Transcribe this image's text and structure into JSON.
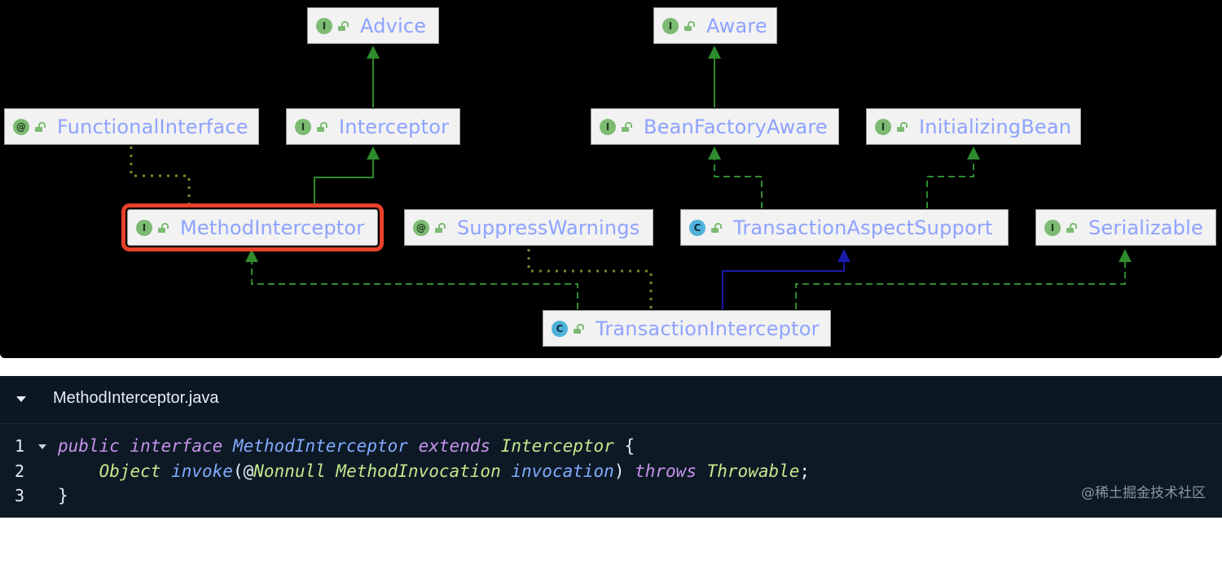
{
  "diagram": {
    "nodes": [
      {
        "id": "advice",
        "label": "Advice",
        "kind": "interface",
        "badge": "I"
      },
      {
        "id": "aware",
        "label": "Aware",
        "kind": "interface",
        "badge": "I"
      },
      {
        "id": "functional-interface",
        "label": "FunctionalInterface",
        "kind": "annotation",
        "badge": "@"
      },
      {
        "id": "interceptor",
        "label": "Interceptor",
        "kind": "interface",
        "badge": "I"
      },
      {
        "id": "bean-factory-aware",
        "label": "BeanFactoryAware",
        "kind": "interface",
        "badge": "I"
      },
      {
        "id": "initializing-bean",
        "label": "InitializingBean",
        "kind": "interface",
        "badge": "I"
      },
      {
        "id": "method-interceptor",
        "label": "MethodInterceptor",
        "kind": "interface",
        "badge": "I",
        "selected": true
      },
      {
        "id": "suppress-warnings",
        "label": "SuppressWarnings",
        "kind": "annotation",
        "badge": "@"
      },
      {
        "id": "transaction-aspect-support",
        "label": "TransactionAspectSupport",
        "kind": "abstract-class",
        "badge": "C"
      },
      {
        "id": "serializable",
        "label": "Serializable",
        "kind": "interface",
        "badge": "I"
      },
      {
        "id": "transaction-interceptor",
        "label": "TransactionInterceptor",
        "kind": "class",
        "badge": "C"
      }
    ],
    "colors": {
      "background": "#000000",
      "node_fill": "#f2f2f2",
      "node_label": "#8ea2ff",
      "edge_extends_interface": "#2e8b2e",
      "edge_extends_class": "#1a1aa8",
      "edge_annotation": "#6f8b2a",
      "selection": "#e8402a"
    }
  },
  "code": {
    "file_name": "MethodInterceptor.java",
    "lines": [
      {
        "number": "1",
        "tokens": [
          {
            "t": "public",
            "c": "kw"
          },
          {
            "t": " ",
            "c": "pn"
          },
          {
            "t": "interface",
            "c": "kw"
          },
          {
            "t": " ",
            "c": "pn"
          },
          {
            "t": "MethodInterceptor",
            "c": "tn"
          },
          {
            "t": " ",
            "c": "pn"
          },
          {
            "t": "extends",
            "c": "kw"
          },
          {
            "t": " ",
            "c": "pn"
          },
          {
            "t": "Interceptor",
            "c": "tg"
          },
          {
            "t": " {",
            "c": "pn"
          }
        ]
      },
      {
        "number": "2",
        "tokens": [
          {
            "t": "    ",
            "c": "pn"
          },
          {
            "t": "Object",
            "c": "tg"
          },
          {
            "t": " ",
            "c": "pn"
          },
          {
            "t": "invoke",
            "c": "tn"
          },
          {
            "t": "(@",
            "c": "pn"
          },
          {
            "t": "Nonnull",
            "c": "an"
          },
          {
            "t": " ",
            "c": "pn"
          },
          {
            "t": "MethodInvocation",
            "c": "tg"
          },
          {
            "t": " ",
            "c": "pn"
          },
          {
            "t": "invocation",
            "c": "tn"
          },
          {
            "t": ") ",
            "c": "pn"
          },
          {
            "t": "throws",
            "c": "kw"
          },
          {
            "t": " ",
            "c": "pn"
          },
          {
            "t": "Throwable",
            "c": "tg"
          },
          {
            "t": ";",
            "c": "pn"
          }
        ]
      },
      {
        "number": "3",
        "tokens": [
          {
            "t": "}",
            "c": "pn"
          }
        ]
      }
    ]
  },
  "watermark": "@稀土掘金技术社区"
}
